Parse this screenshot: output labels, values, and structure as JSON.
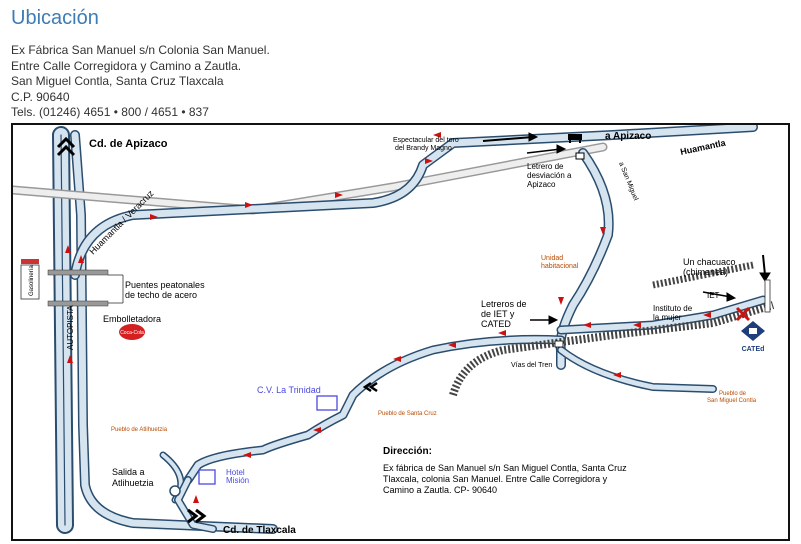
{
  "page": {
    "title": "Ubicación",
    "address_lines": [
      "Ex Fábrica San Manuel s/n Colonia San Manuel.",
      "Entre Calle Corregidora y Camino a Zautla.",
      "San Miguel Contla, Santa Cruz Tlaxcala",
      "C.P. 90640",
      "Tels. (01246) 4651 • 800 / 4651 • 837"
    ]
  },
  "map": {
    "labels": {
      "apizaco_top": "Cd. de Apizaco",
      "a_apizaco": "a Apizaco",
      "huamantla_right": "Huamantla",
      "espectacular_1": "Espectacular del toro",
      "espectacular_2": "del Brandy Magno",
      "letrero_1": "Letrero de",
      "letrero_2": "desviación a",
      "letrero_3": "Apizaco",
      "a_san_miguel": "a San Miguel",
      "huamantla_veracruz": "Huamantla / Veracruz",
      "gasolineria": "Gasolinería",
      "puentes_1": "Puentes peatonales",
      "puentes_2": "de techo de acero",
      "embotelladora": "Embolletadora",
      "cocacola": "Coca-Cola",
      "autopista": "AUTOPISTA",
      "unidad_1": "Unidad",
      "unidad_2": "habitacional",
      "chacuaco_1": "Un chacuaco",
      "chacuaco_2": "(chimenea)",
      "iet": "IET",
      "instituto_1": "Instituto de",
      "instituto_2": "la mujer",
      "letreros_1": "Letreros de",
      "letreros_2": "de IET y",
      "letreros_3": "CATED",
      "vias_tren": "Vías del Tren",
      "cated": "CATEd",
      "pueblo_smc_1": "Pueblo de",
      "pueblo_smc_2": "San Miguel Contla",
      "cv_trinidad": "C.V. La Trinidad",
      "pueblo_santa_cruz": "Pueblo de Santa Cruz",
      "pueblo_atlihuetzia": "Pueblo de Atlihuetzia",
      "hotel_1": "Hotel",
      "hotel_2": "Misión",
      "salida_1": "Salida a",
      "salida_2": "Atlihuetzia",
      "tlaxcala": "Cd. de Tlaxcala",
      "direccion_title": "Dirección:",
      "direccion_1": "Ex fábrica de San Manuel s/n San Miguel Contla, Santa Cruz",
      "direccion_2": "Tlaxcala, colonia San Manuel. Entre Calle Corregidora y",
      "direccion_3": "Camino a Zautla. CP- 90640"
    },
    "colors": {
      "road_fill": "#d6e4f0",
      "road_outline": "#2a4d6e",
      "arrow_red": "#cc1111",
      "place_blue": "#4a4adf",
      "place_orange": "#b84a00",
      "title_blue": "#3d7cb5"
    }
  }
}
